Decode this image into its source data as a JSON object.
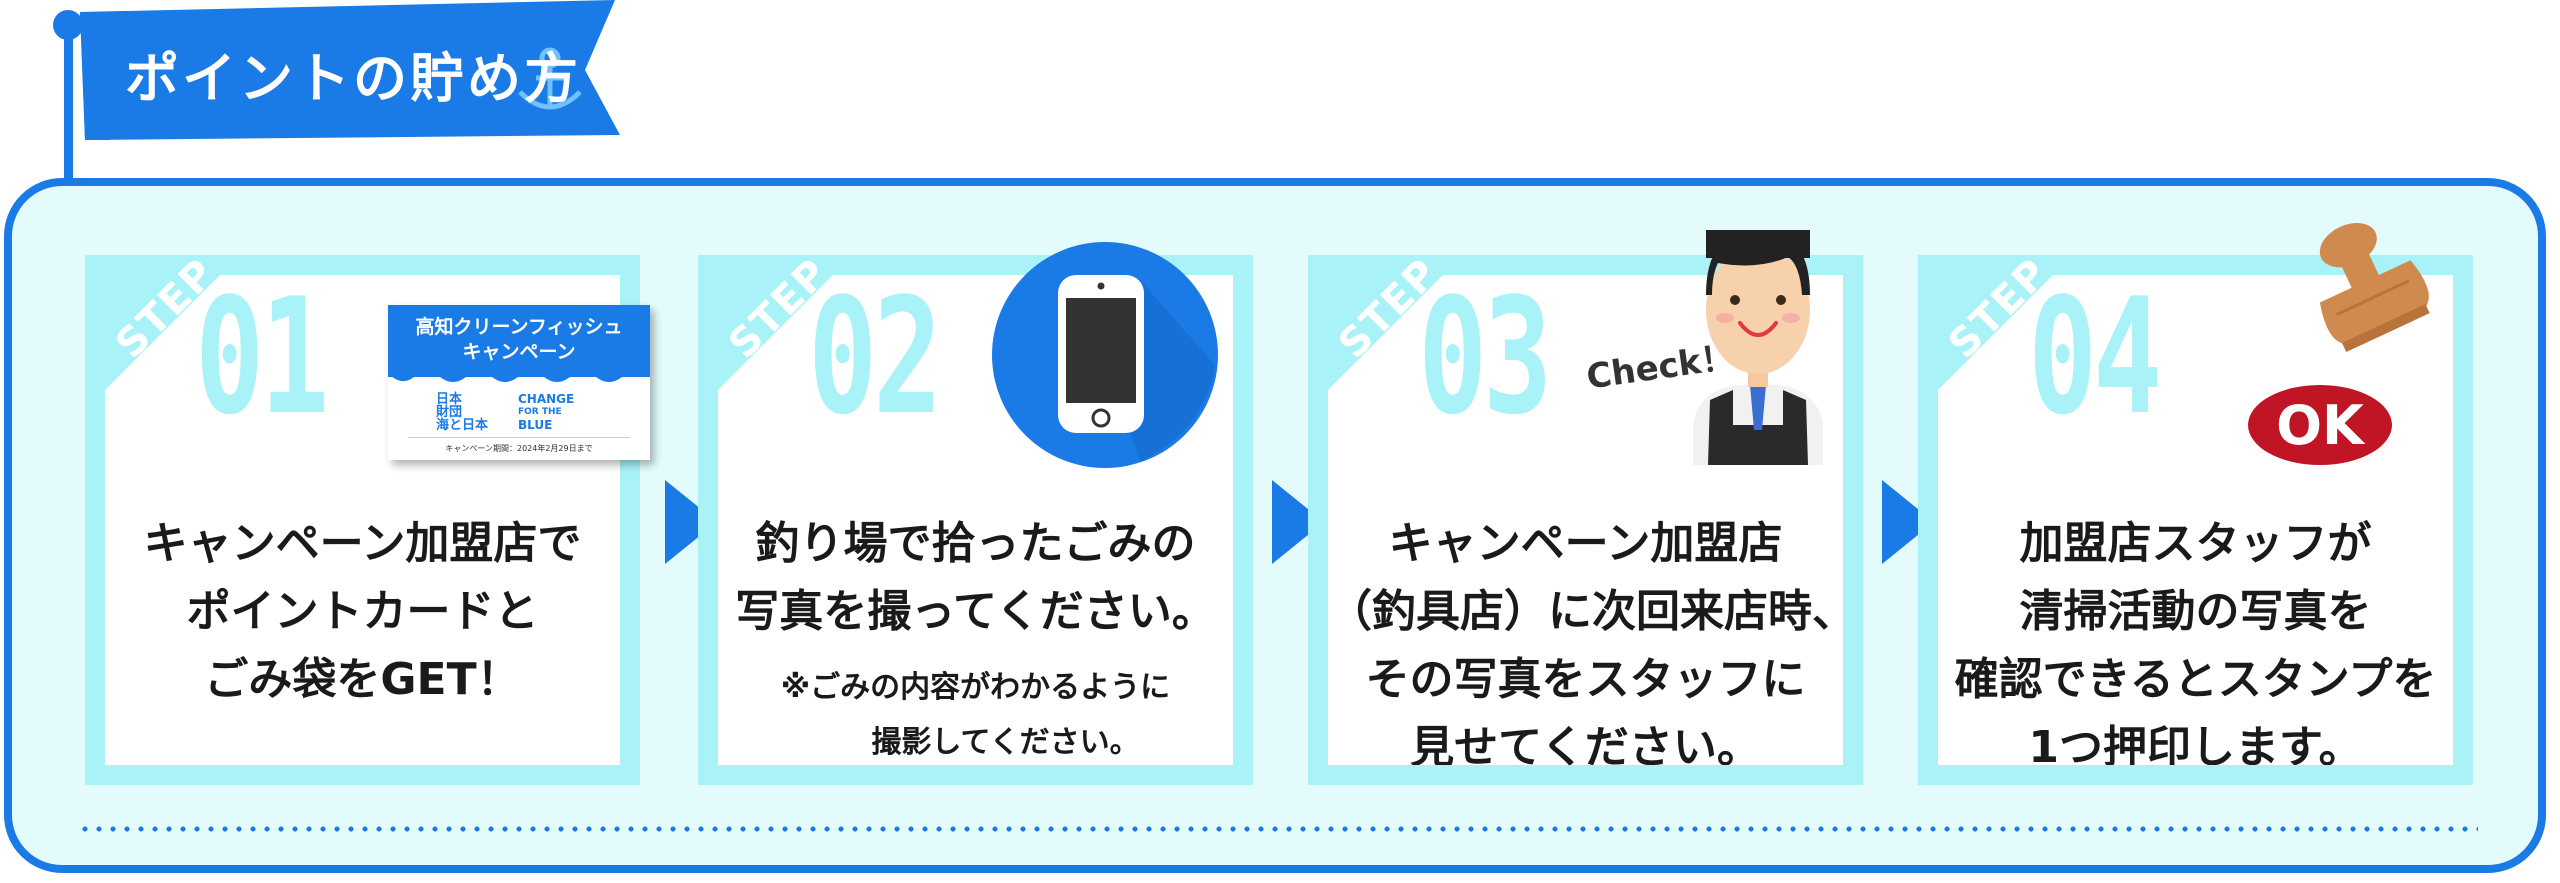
{
  "header": {
    "title": "ポイントの貯め方"
  },
  "steps": [
    {
      "label": "STEP",
      "number": "01",
      "lines": [
        "キャンペーン加盟店で",
        "ポイントカードと",
        "ごみ袋をGET！"
      ]
    },
    {
      "label": "STEP",
      "number": "02",
      "lines": [
        "釣り場で拾ったごみの",
        "写真を撮ってください。"
      ],
      "note": [
        "※ごみの内容がわかるように",
        "撮影してください。"
      ]
    },
    {
      "label": "STEP",
      "number": "03",
      "lines": [
        "キャンペーン加盟店",
        "（釣具店）に次回来店時、",
        "その写真をスタッフに",
        "見せてください。"
      ]
    },
    {
      "label": "STEP",
      "number": "04",
      "lines": [
        "加盟店スタッフが",
        "清掃活動の写真を",
        "確認できるとスタンプを",
        "1つ押印します。"
      ]
    }
  ],
  "campaign_card": {
    "title_line1": "高知クリーンフィッシュ",
    "title_line2": "キャンペーン",
    "logo1_line1": "日本",
    "logo1_line2": "財団",
    "logo1_line3": "海と日本",
    "logo2_line1": "CHANGE",
    "logo2_line2": "FOR THE",
    "logo2_line3": "BLUE",
    "period": "キャンペーン期間：2024年2月29日まで"
  },
  "check_label": "Check！",
  "stamp_label": "OK",
  "colors": {
    "primary_blue": "#1a7be6",
    "light_cyan": "#a9f2f8",
    "panel_bg": "#e4fbfb"
  }
}
